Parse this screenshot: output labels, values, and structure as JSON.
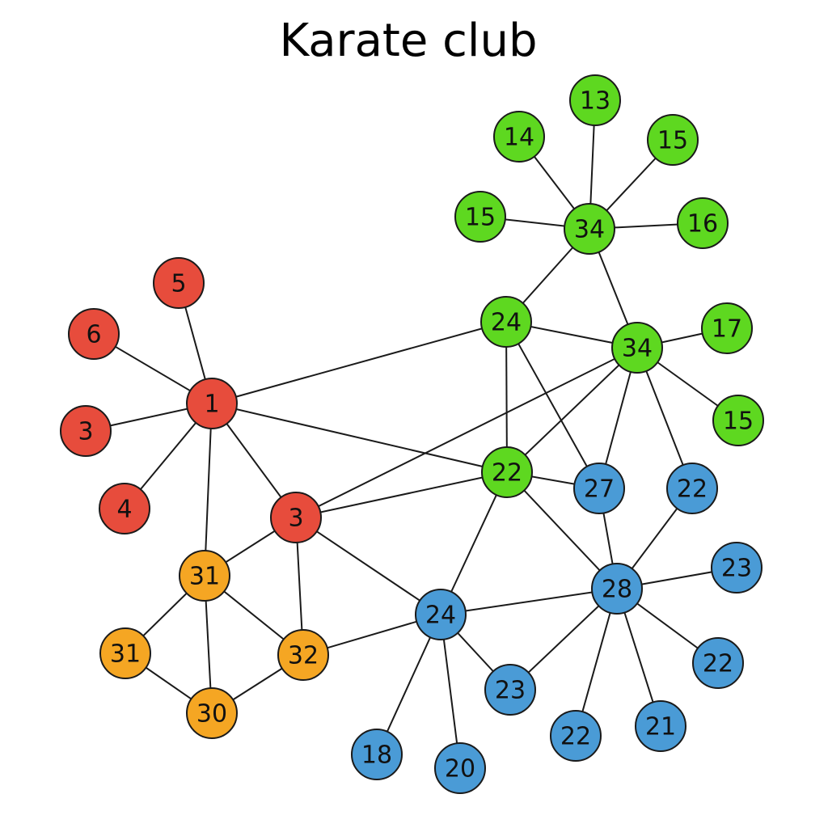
{
  "title": "Karate club",
  "group_colors": {
    "red": "#e74c3c",
    "orange": "#f5a623",
    "green": "#5ed820",
    "blue": "#4a9bd6"
  },
  "nodes": [
    {
      "id": "n_13",
      "label": "13",
      "group": "green"
    },
    {
      "id": "n_14",
      "label": "14",
      "group": "green"
    },
    {
      "id": "n_15a",
      "label": "15",
      "group": "green"
    },
    {
      "id": "n_15b",
      "label": "15",
      "group": "green"
    },
    {
      "id": "n_16",
      "label": "16",
      "group": "green"
    },
    {
      "id": "n_34a",
      "label": "34",
      "group": "green"
    },
    {
      "id": "n_24g",
      "label": "24",
      "group": "green"
    },
    {
      "id": "n_34b",
      "label": "34",
      "group": "green"
    },
    {
      "id": "n_17",
      "label": "17",
      "group": "green"
    },
    {
      "id": "n_15c",
      "label": "15",
      "group": "green"
    },
    {
      "id": "n_22g",
      "label": "22",
      "group": "green"
    },
    {
      "id": "n_5",
      "label": "5",
      "group": "red"
    },
    {
      "id": "n_6",
      "label": "6",
      "group": "red"
    },
    {
      "id": "n_1",
      "label": "1",
      "group": "red"
    },
    {
      "id": "n_3a",
      "label": "3",
      "group": "red"
    },
    {
      "id": "n_4",
      "label": "4",
      "group": "red"
    },
    {
      "id": "n_3b",
      "label": "3",
      "group": "red"
    },
    {
      "id": "n_31a",
      "label": "31",
      "group": "orange"
    },
    {
      "id": "n_31b",
      "label": "31",
      "group": "orange"
    },
    {
      "id": "n_32",
      "label": "32",
      "group": "orange"
    },
    {
      "id": "n_30",
      "label": "30",
      "group": "orange"
    },
    {
      "id": "n_27",
      "label": "27",
      "group": "blue"
    },
    {
      "id": "n_22b",
      "label": "22",
      "group": "blue"
    },
    {
      "id": "n_23a",
      "label": "23",
      "group": "blue"
    },
    {
      "id": "n_28",
      "label": "28",
      "group": "blue"
    },
    {
      "id": "n_24b",
      "label": "24",
      "group": "blue"
    },
    {
      "id": "n_22c",
      "label": "22",
      "group": "blue"
    },
    {
      "id": "n_23b",
      "label": "23",
      "group": "blue"
    },
    {
      "id": "n_22d",
      "label": "22",
      "group": "blue"
    },
    {
      "id": "n_21",
      "label": "21",
      "group": "blue"
    },
    {
      "id": "n_18",
      "label": "18",
      "group": "blue"
    },
    {
      "id": "n_20",
      "label": "20",
      "group": "blue"
    }
  ],
  "edges": [
    [
      "n_14",
      "n_34a"
    ],
    [
      "n_13",
      "n_34a"
    ],
    [
      "n_15a",
      "n_34a"
    ],
    [
      "n_15b",
      "n_34a"
    ],
    [
      "n_16",
      "n_34a"
    ],
    [
      "n_34a",
      "n_24g"
    ],
    [
      "n_34a",
      "n_34b"
    ],
    [
      "n_24g",
      "n_34b"
    ],
    [
      "n_34b",
      "n_17"
    ],
    [
      "n_34b",
      "n_15c"
    ],
    [
      "n_24g",
      "n_22g"
    ],
    [
      "n_24g",
      "n_27"
    ],
    [
      "n_34b",
      "n_22g"
    ],
    [
      "n_34b",
      "n_27"
    ],
    [
      "n_34b",
      "n_22b"
    ],
    [
      "n_34b",
      "n_3b"
    ],
    [
      "n_1",
      "n_24g"
    ],
    [
      "n_1",
      "n_22g"
    ],
    [
      "n_5",
      "n_1"
    ],
    [
      "n_6",
      "n_1"
    ],
    [
      "n_3a",
      "n_1"
    ],
    [
      "n_4",
      "n_1"
    ],
    [
      "n_1",
      "n_3b"
    ],
    [
      "n_1",
      "n_31a"
    ],
    [
      "n_3b",
      "n_22g"
    ],
    [
      "n_3b",
      "n_31a"
    ],
    [
      "n_3b",
      "n_32"
    ],
    [
      "n_3b",
      "n_24b"
    ],
    [
      "n_31a",
      "n_31b"
    ],
    [
      "n_31a",
      "n_30"
    ],
    [
      "n_31a",
      "n_32"
    ],
    [
      "n_31b",
      "n_30"
    ],
    [
      "n_30",
      "n_32"
    ],
    [
      "n_32",
      "n_24b"
    ],
    [
      "n_22g",
      "n_27"
    ],
    [
      "n_22g",
      "n_24b"
    ],
    [
      "n_22g",
      "n_28"
    ],
    [
      "n_27",
      "n_28"
    ],
    [
      "n_22b",
      "n_28"
    ],
    [
      "n_23a",
      "n_28"
    ],
    [
      "n_22c",
      "n_28"
    ],
    [
      "n_24b",
      "n_28"
    ],
    [
      "n_28",
      "n_23b"
    ],
    [
      "n_28",
      "n_22d"
    ],
    [
      "n_28",
      "n_21"
    ],
    [
      "n_24b",
      "n_23b"
    ],
    [
      "n_24b",
      "n_18"
    ],
    [
      "n_24b",
      "n_20"
    ]
  ]
}
